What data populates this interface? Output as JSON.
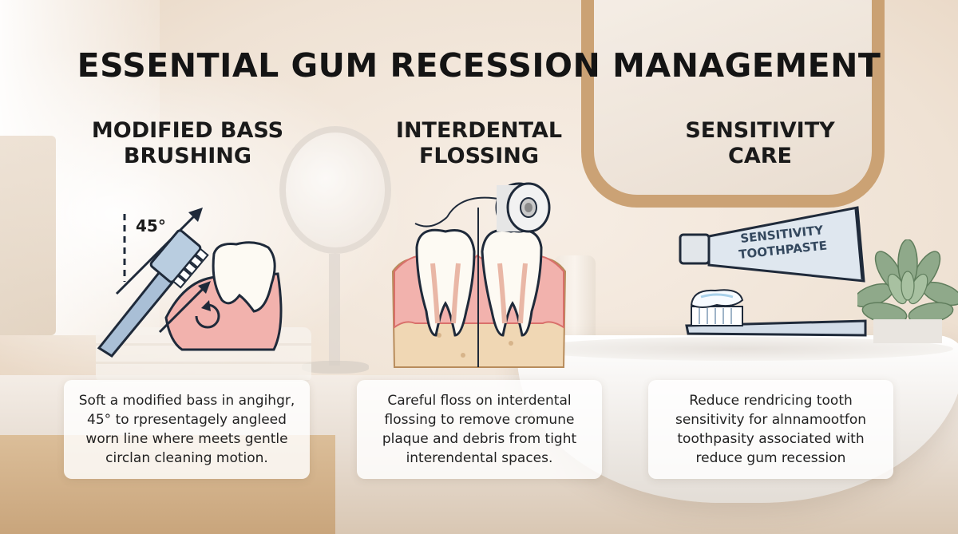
{
  "title": "ESSENTIAL GUM RECESSION MANAGEMENT",
  "sections": [
    {
      "heading": "MODIFIED BASS\nBRUSHING",
      "illustration": "toothbrush-45-degree-icon",
      "angle_label": "45°",
      "text": "Soft a modified bass in angihgr,\n45° to rpresentagely angleed\nworn line where meets gentle\ncirclan cleaning motion."
    },
    {
      "heading": "INTERDENTAL\nFLOSSING",
      "illustration": "floss-between-teeth-icon",
      "text": "Careful floss on interdental\nflossing to remove cromune\nplaque and debris from tight\ninterendental spaces."
    },
    {
      "heading": "SENSITIVITY\nCARE",
      "illustration": "toothpaste-tube-icon",
      "tube_label_line1": "SENSITIVITY",
      "tube_label_line2": "TOOTHPASTE",
      "text": "Reduce rendricing tooth\nsensitivity for alnnamootfon\ntoothpasity associated with\nreduce gum recession"
    }
  ],
  "colors": {
    "gum": "#f2b2ad",
    "gum_dark": "#d9706b",
    "tooth": "#fdfaf3",
    "outline": "#1f2a3a",
    "brush_handle": "#a9bfd6",
    "tube": "#dfe7ef"
  }
}
